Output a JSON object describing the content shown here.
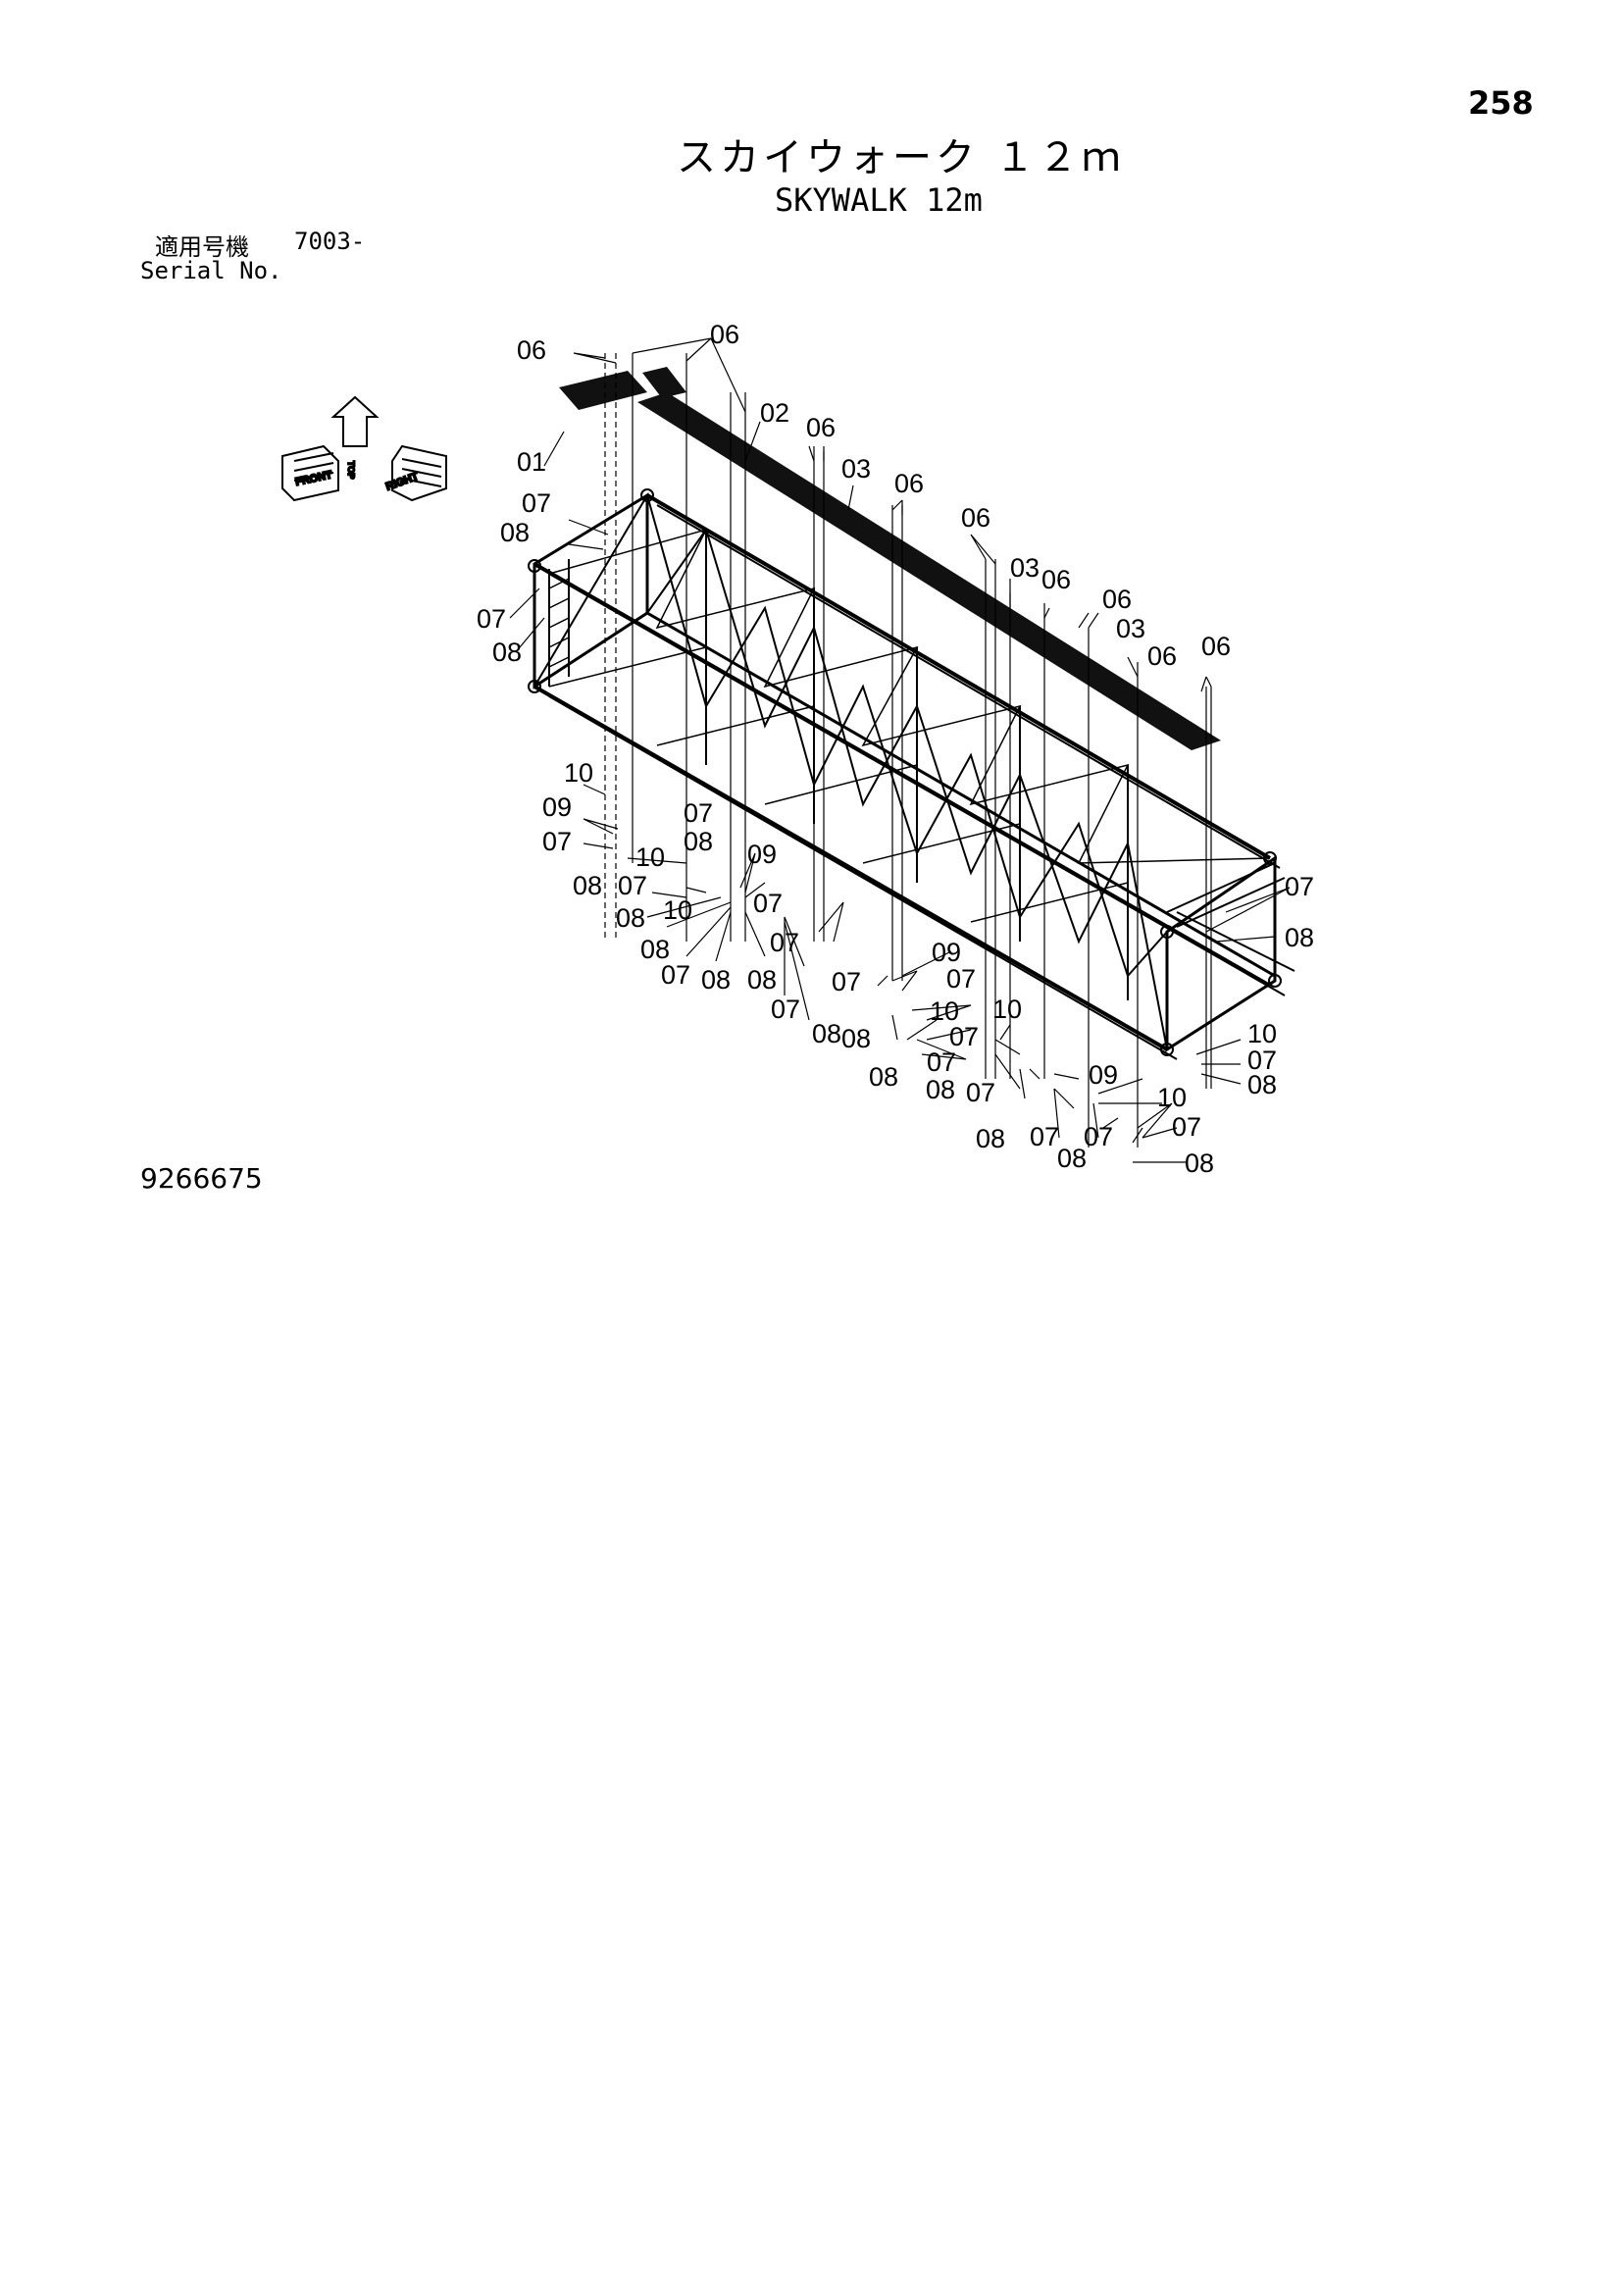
{
  "page_number": "258",
  "title_jp": "スカイウォーク １２ｍ",
  "title_en": "SKYWALK 12m",
  "serial": {
    "label_jp": "適用号機",
    "code": "7003-",
    "label_en": "Serial No."
  },
  "drawing_number": "9266675",
  "compass": {
    "front": "FRONT",
    "right": "RIGHT",
    "top": "TOP"
  },
  "callouts": [
    "06",
    "06",
    "02",
    "06",
    "03",
    "06",
    "06",
    "03",
    "06",
    "06",
    "03",
    "06",
    "06",
    "01",
    "07",
    "08",
    "07",
    "08",
    "10",
    "09",
    "07",
    "07",
    "08",
    "08",
    "07",
    "10",
    "08",
    "09",
    "07",
    "10",
    "08",
    "07",
    "08",
    "08",
    "07",
    "07",
    "08",
    "09",
    "07",
    "10",
    "07",
    "07",
    "07",
    "08",
    "08",
    "07",
    "10",
    "07",
    "08",
    "09",
    "10",
    "08",
    "07",
    "07",
    "08",
    "07",
    "08",
    "07",
    "08",
    "10",
    "07",
    "08"
  ]
}
